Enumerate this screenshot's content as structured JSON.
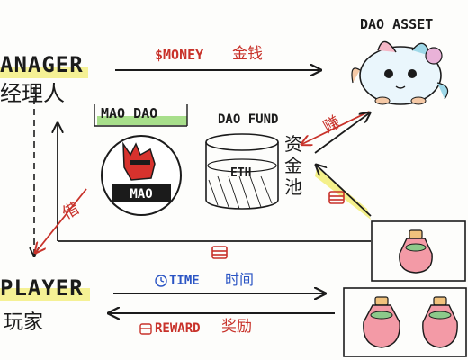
{
  "roles": {
    "manager_en": "ANAGER",
    "manager_cn": "经理人",
    "player_en": "PLAYER",
    "player_cn": "玩家"
  },
  "flows": {
    "money": "$MONEY",
    "money_cn": "金钱",
    "time": "TIME",
    "time_cn": "时间",
    "reward": "REWARD",
    "reward_cn": "奖励",
    "rent_cn": "借",
    "earn_cn": "赚"
  },
  "nodes": {
    "dao_asset": "DAO ASSET",
    "mao_dao": "MAO DAO",
    "dao_fund": "DAO FUND",
    "eth": "ETH",
    "fund_pool_cn": [
      "资",
      "金",
      "池"
    ]
  },
  "colors": {
    "red": "#c8322a",
    "blue": "#2b55c4",
    "yellow_highlight": "#f4f08a",
    "green_highlight": "#9fdc7e",
    "potion_pink": "#f39aa6",
    "potion_green": "#8cc98a"
  },
  "icons": [
    "mao-dao-logo-icon",
    "axie-creature-icon",
    "potion-bottle-icon",
    "coin-stack-icon",
    "clock-icon"
  ]
}
